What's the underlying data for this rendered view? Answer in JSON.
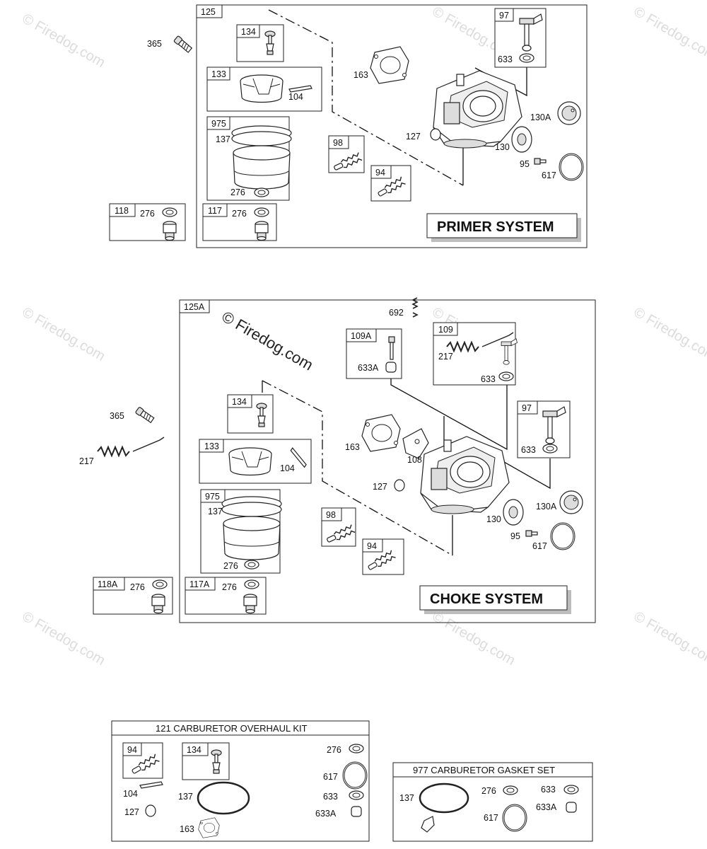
{
  "watermark": {
    "corner_text": "© Firedog.com",
    "center_text": "© Firedog.com"
  },
  "primer": {
    "title": "PRIMER SYSTEM",
    "group": "125",
    "labels": {
      "l365": "365",
      "b134": "134",
      "b133": "133",
      "l104": "104",
      "b975": "975",
      "l137": "137",
      "l276": "276",
      "b118": "118",
      "l118_276": "276",
      "b117": "117",
      "l117_276": "276",
      "l163": "163",
      "b97": "97",
      "l633": "633",
      "l130A": "130A",
      "l127": "127",
      "l130": "130",
      "b98": "98",
      "b94": "94",
      "l95": "95",
      "l617": "617"
    }
  },
  "choke": {
    "title": "CHOKE SYSTEM",
    "group": "125A",
    "labels": {
      "l692": "692",
      "b109A": "109A",
      "l633A": "633A",
      "b109": "109",
      "l217a": "217",
      "l633a": "633",
      "l365": "365",
      "l217b": "217",
      "b134": "134",
      "b133": "133",
      "l104": "104",
      "l163": "163",
      "l108": "108",
      "b97": "97",
      "l633b": "633",
      "l127": "127",
      "l130A": "130A",
      "l130": "130",
      "b975": "975",
      "l137": "137",
      "b98": "98",
      "l95": "95",
      "l617": "617",
      "b94": "94",
      "l276": "276",
      "b118A": "118A",
      "l118A_276": "276",
      "b117A": "117A",
      "l117A_276": "276"
    }
  },
  "kit121": {
    "title": "121 CARBURETOR OVERHAUL KIT",
    "labels": {
      "b94": "94",
      "b134": "134",
      "l276": "276",
      "l617": "617",
      "l104": "104",
      "l137": "137",
      "l633": "633",
      "l127": "127",
      "l633A": "633A",
      "l163": "163"
    }
  },
  "kit977": {
    "title": "977 CARBURETOR GASKET SET",
    "labels": {
      "l137": "137",
      "l276": "276",
      "l633": "633",
      "l633A": "633A",
      "l617": "617"
    }
  }
}
